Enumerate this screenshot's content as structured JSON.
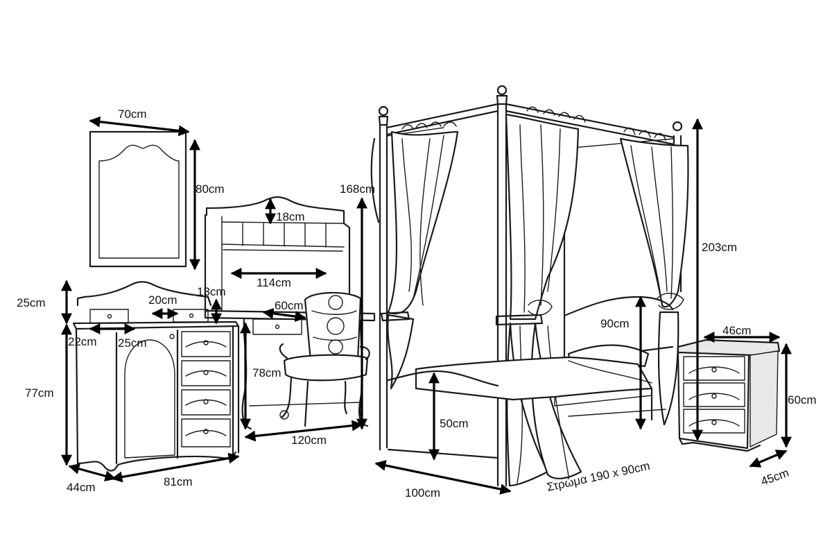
{
  "dimensions": {
    "mirror_width": "70cm",
    "mirror_height": "80cm",
    "desk_hutch_shelf": "18cm",
    "desk_total_height": "168cm",
    "desk_hutch_width": "114cm",
    "desk_drawer_width": "60cm",
    "desk_height": "78cm",
    "desk_width": "120cm",
    "dresser_top_height": "25cm",
    "dresser_top_drawer_height": "13cm",
    "dresser_top_drawer_width": "20cm",
    "dresser_left_gap": "22cm",
    "dresser_mid_gap": "25cm",
    "dresser_height": "77cm",
    "dresser_depth": "44cm",
    "dresser_width": "81cm",
    "bed_height": "203cm",
    "bed_headboard_height": "90cm",
    "bed_footboard_height": "50cm",
    "bed_width": "100cm",
    "mattress": "Στρώμα 190 x 90cm",
    "nightstand_width": "46cm",
    "nightstand_height": "60cm",
    "nightstand_depth": "45cm"
  }
}
